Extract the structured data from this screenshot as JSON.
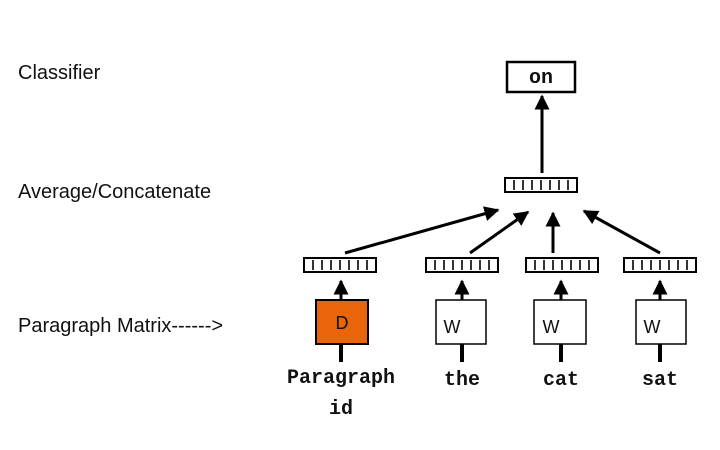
{
  "diagram": {
    "left_labels": {
      "classifier": "Classifier",
      "average": "Average/Concatenate",
      "paragraph_matrix": "Paragraph Matrix------>"
    },
    "output_word": "on",
    "colors": {
      "paragraph_box_fill": "#E8650A",
      "word_box_fill": "#FFFFFF",
      "stroke": "#000000"
    },
    "inputs": [
      {
        "box_letter": "D",
        "word_line1": "Paragraph",
        "word_line2": "id"
      },
      {
        "box_letter": "W",
        "word_line1": "the"
      },
      {
        "box_letter": "W",
        "word_line1": "cat"
      },
      {
        "box_letter": "W",
        "word_line1": "sat"
      }
    ]
  }
}
